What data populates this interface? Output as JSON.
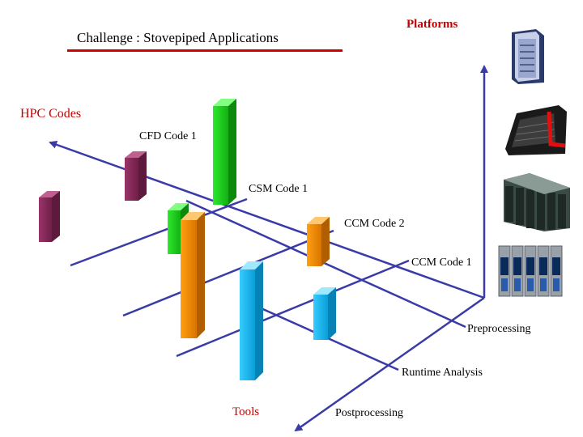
{
  "title": "Challenge : Stovepiped Applications",
  "axes": {
    "platforms_label": "Platforms",
    "hpc_codes_label": "HPC Codes",
    "tools_label": "Tools"
  },
  "codes": [
    "CFD Code 1",
    "CSM Code 1",
    "CCM Code 2",
    "CCM Code 1"
  ],
  "tools": [
    "Preprocessing",
    "Runtime Analysis",
    "Postprocessing"
  ],
  "colors": {
    "title_underline": "#d40000",
    "label_red": "#c40000",
    "axis_line": "#3a3aa8",
    "bar_purple": "#8b2a5c",
    "bar_green": "#22d422",
    "bar_orange": "#f08c00",
    "bar_cyan": "#1ab8f0"
  },
  "icons": [
    "server-tower-icon",
    "server-rack-icon",
    "cluster-icon",
    "server-array-icon"
  ]
}
